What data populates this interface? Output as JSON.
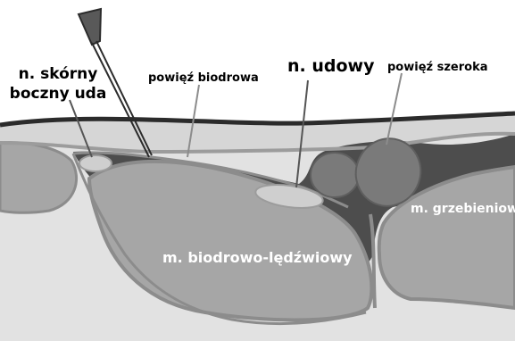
{
  "labels": {
    "lateral_femoral_cutaneous_nerve": [
      "n. skórny",
      "boczny uda"
    ],
    "iliac_fascia": "powięź biodrowa",
    "femoral_nerve": "n. udowy",
    "fascia_lata": "powięź szeroka",
    "pectineus_muscle": "m. grzebieniowy",
    "iliopsoas_muscle": "m. biodrowo-lędźwiowy"
  },
  "colors": {
    "background": "#ffffff",
    "subcutaneous": "#d9d9d9",
    "deep_tissue": "#e2e2e2",
    "muscle": "#a6a6a6",
    "fascia_line": "#8c8c8c",
    "fat_dark": "#4d4d4d",
    "nerve": "#cfcfcf",
    "vessel": "#7a7a7a",
    "skin_line": "#2b2b2b",
    "needle_tip": "#595959",
    "label_white": "#ffffff",
    "label_black": "#000000"
  }
}
